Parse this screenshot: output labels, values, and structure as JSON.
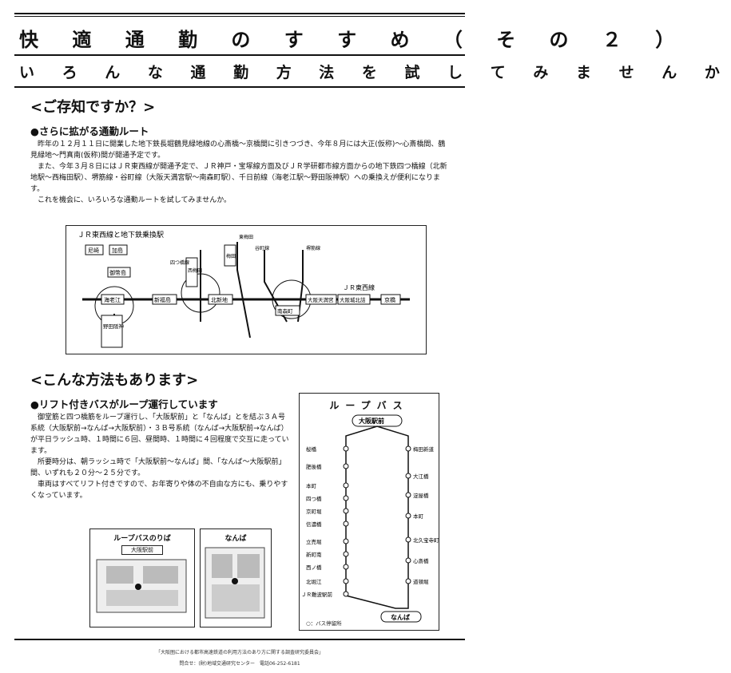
{
  "header": {
    "title": "快 適 通 勤 の す す め （ そ の ２ ）",
    "subtitle": "い ろ ん な 通 勤 方 法 を 試 し て み ま せ ん か"
  },
  "section1": {
    "heading": "<ご存知ですか？>",
    "sub_heading": "●さらに拡がる通勤ルート",
    "paragraphs": [
      "　昨年の１２月１１日に開業した地下鉄長堀鶴見緑地線の心斎橋〜京橋間に引きつづき、今年８月には大正(仮称)〜心斎橋間、鶴見緑地〜門真南(仮称)間が開通予定です。",
      "　また、今年３月８日にはＪＲ東西線が開通予定で、ＪＲ神戸・宝塚線方面及びＪＲ学研都市線方面からの地下鉄四つ橋線（北新地駅〜西梅田駅）、堺筋線・谷町線（大阪天満宮駅〜南森町駅）、千日前線（海老江駅〜野田阪神駅）への乗換えが便利になります。",
      "　これを機会に、いろいろな通勤ルートを試してみませんか。"
    ]
  },
  "map": {
    "title": "ＪＲ東西線と地下鉄乗換駅",
    "line_label": "ＪＲ東西線",
    "stations": [
      "尼崎",
      "加島",
      "御幣島",
      "海老江",
      "新福島",
      "北新地",
      "大阪天満宮",
      "大阪城北詰",
      "京橋"
    ],
    "subway_stations": [
      "野田阪神",
      "西梅田",
      "梅田",
      "四つ橋線",
      "南森町",
      "谷町線",
      "堺筋線",
      "東梅田"
    ]
  },
  "section2": {
    "heading": "<こんな方法もあります>",
    "sub_heading": "●リフト付きバスがループ運行しています",
    "paragraphs": [
      "　御堂筋と四つ橋筋をループ運行し、「大阪駅前」と「なんば」とを結ぶ３Ａ号系統（大阪駅前→なんば→大阪駅前）・３Ｂ号系統（なんば→大阪駅前→なんば）が平日ラッシュ時、１時間に６回、昼間時、１時間に４回程度で交互に走っています。",
      "　所要時分は、朝ラッシュ時で「大阪駅前〜なんば」間、「なんば〜大阪駅前」間、いずれも２０分〜２５分です。",
      "　車両はすべてリフト付きですので、お年寄りや体の不自由な方にも、乗りやすくなっています。"
    ]
  },
  "busstop_maps": {
    "left_title": "ループバスのりば",
    "left_sub": "大阪駅前",
    "right_title": "なんば"
  },
  "loop_bus": {
    "title": "ループバス",
    "start": "大阪駅前",
    "end": "なんば",
    "left_stops": [
      "桜橋",
      "肥後橋",
      "本町",
      "四つ橋",
      "京町堀",
      "信濃橋",
      "立売堀",
      "新町南",
      "西ノ橋",
      "北堀江",
      "ＪＲ難波駅前"
    ],
    "right_stops": [
      "梅田新道",
      "淀屋橋",
      "大江橋",
      "本町",
      "淀屋橋",
      "北久宝寺町",
      "心斎橋",
      "道頓堀"
    ],
    "legend": "○：バス停留所"
  },
  "footer": {
    "line1": "「大阪圏における都市高速鉄道の利用方法のあり方に関する調査研究委員会」",
    "line2": "問合せ：(財)地域交通研究センター　電話06-252-6181"
  }
}
